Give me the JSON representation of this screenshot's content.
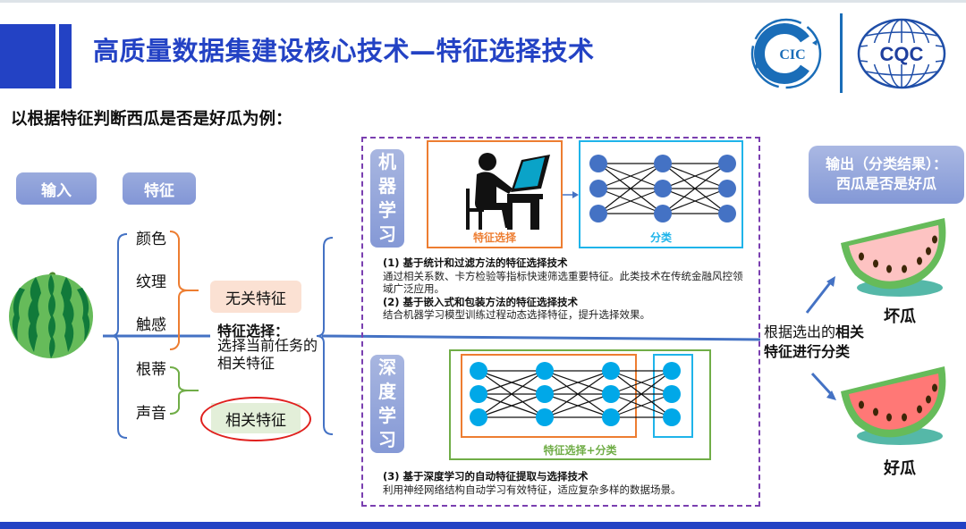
{
  "header": {
    "title": "高质量数据集建设核心技术—特征选择技术",
    "subtitle": "以根据特征判断西瓜是否是好瓜为例：",
    "logos": [
      {
        "name": "cic-logo",
        "text": "CIC"
      },
      {
        "name": "cqc-logo",
        "text": "CQC"
      }
    ]
  },
  "left_panel": {
    "input_label": "输入",
    "features_label": "特征",
    "input_icon": "watermelon-icon",
    "features": [
      "颜色",
      "纹理",
      "触感",
      "根蒂",
      "声音"
    ],
    "irrelevant_label": "无关特征",
    "relevant_label": "相关特征",
    "selection_title": "特征选择：",
    "selection_desc": "选择当前任务的相关特征"
  },
  "middle_panel": {
    "machine_learning": {
      "label": [
        "机",
        "器",
        "学",
        "习"
      ],
      "feature_selection_label": "特征选择",
      "classification_label": "分类",
      "icons": [
        "person-at-computer-icon",
        "neural-network-icon"
      ]
    },
    "descriptions": [
      {
        "heading": "(1) 基于统计和过滤方法的特征选择技术",
        "body": "通过相关系数、卡方检验等指标快速筛选重要特征。此类技术在传统金融风控领域广泛应用。"
      },
      {
        "heading": "(2) 基于嵌入式和包装方法的特征选择技术",
        "body": "结合机器学习模型训练过程动态选择特征，提升选择效果。"
      },
      {
        "heading": "(3) 基于深度学习的自动特征提取与选择技术",
        "body": "利用神经网络结构自动学习有效特征，适应复杂多样的数据场景。"
      }
    ],
    "deep_learning": {
      "label": [
        "深",
        "度",
        "学",
        "习"
      ],
      "combined_label": "特征选择+分类"
    }
  },
  "right_panel": {
    "output_title_line1": "输出（分类结果）：",
    "output_title_line2": "西瓜是否是好瓜",
    "classify_text_normal": "根据选出的",
    "classify_text_bold1": "相关",
    "classify_text_bold2": "特征进行分类",
    "bad_label": "坏瓜",
    "good_label": "好瓜"
  },
  "colors": {
    "brand_blue": "#2342c4",
    "orange": "#ed7d31",
    "cyan": "#1fb4ea",
    "green": "#70ad47",
    "purple_dash": "#7a3fb0",
    "red_oval": "#e0201e"
  }
}
